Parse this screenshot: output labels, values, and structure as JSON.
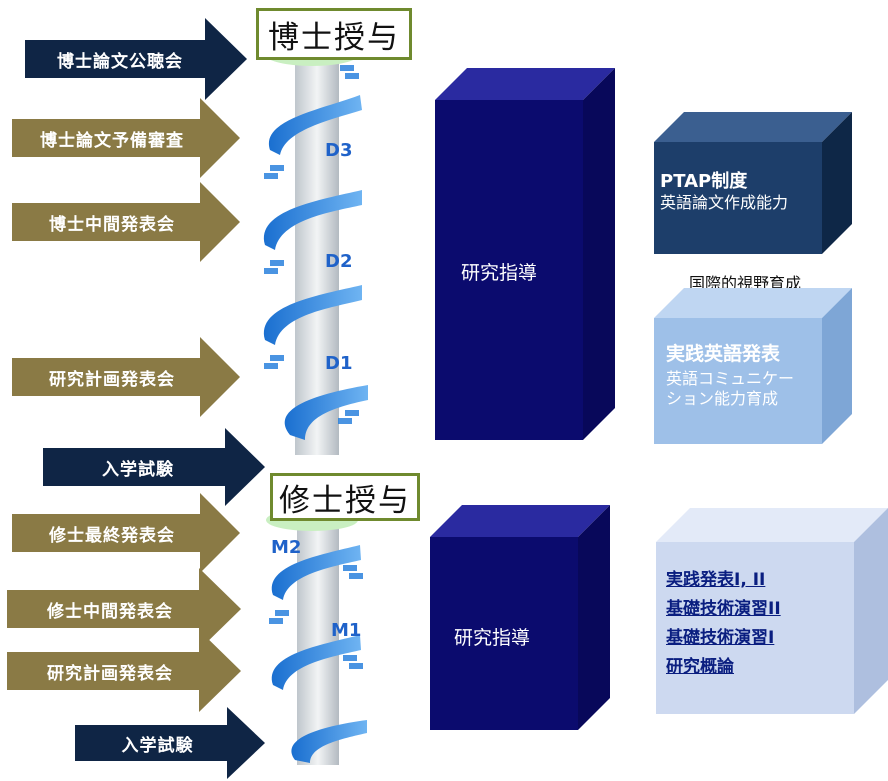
{
  "doctoral": {
    "award": "博士授与",
    "events": [
      "博士論文公聴会",
      "博士論文予備審査",
      "博士中間発表会",
      "研究計画発表会"
    ],
    "entrance": "入学試験",
    "years": [
      "D3",
      "D2",
      "D1"
    ],
    "guidance": "研究指導",
    "ptap": {
      "title": "PTAP制度",
      "sub": "英語論文作成能力"
    },
    "intl_label": "国際的視野育成",
    "english": {
      "title": "実践英語発表",
      "sub1": "英語コミュニケー",
      "sub2": "ション能力育成"
    }
  },
  "master": {
    "award": "修士授与",
    "events": [
      "修士最終発表会",
      "修士中間発表会",
      "研究計画発表会"
    ],
    "entrance": "入学試験",
    "years": [
      "M2",
      "M1"
    ],
    "guidance": "研究指導",
    "courses": [
      "実践発表I, II",
      "基礎技術演習II",
      "基礎技術演習I",
      "研究概論"
    ]
  },
  "colors": {
    "navy": "#0f2545",
    "olive": "#8a7a45",
    "guidance_box": "#0b0b6e",
    "ptap_cube": "#1d3e6a",
    "english_cube": "#9ec0e8",
    "courses_cube": "#cdd9f0",
    "stair_blue": "#2f8ae0"
  }
}
